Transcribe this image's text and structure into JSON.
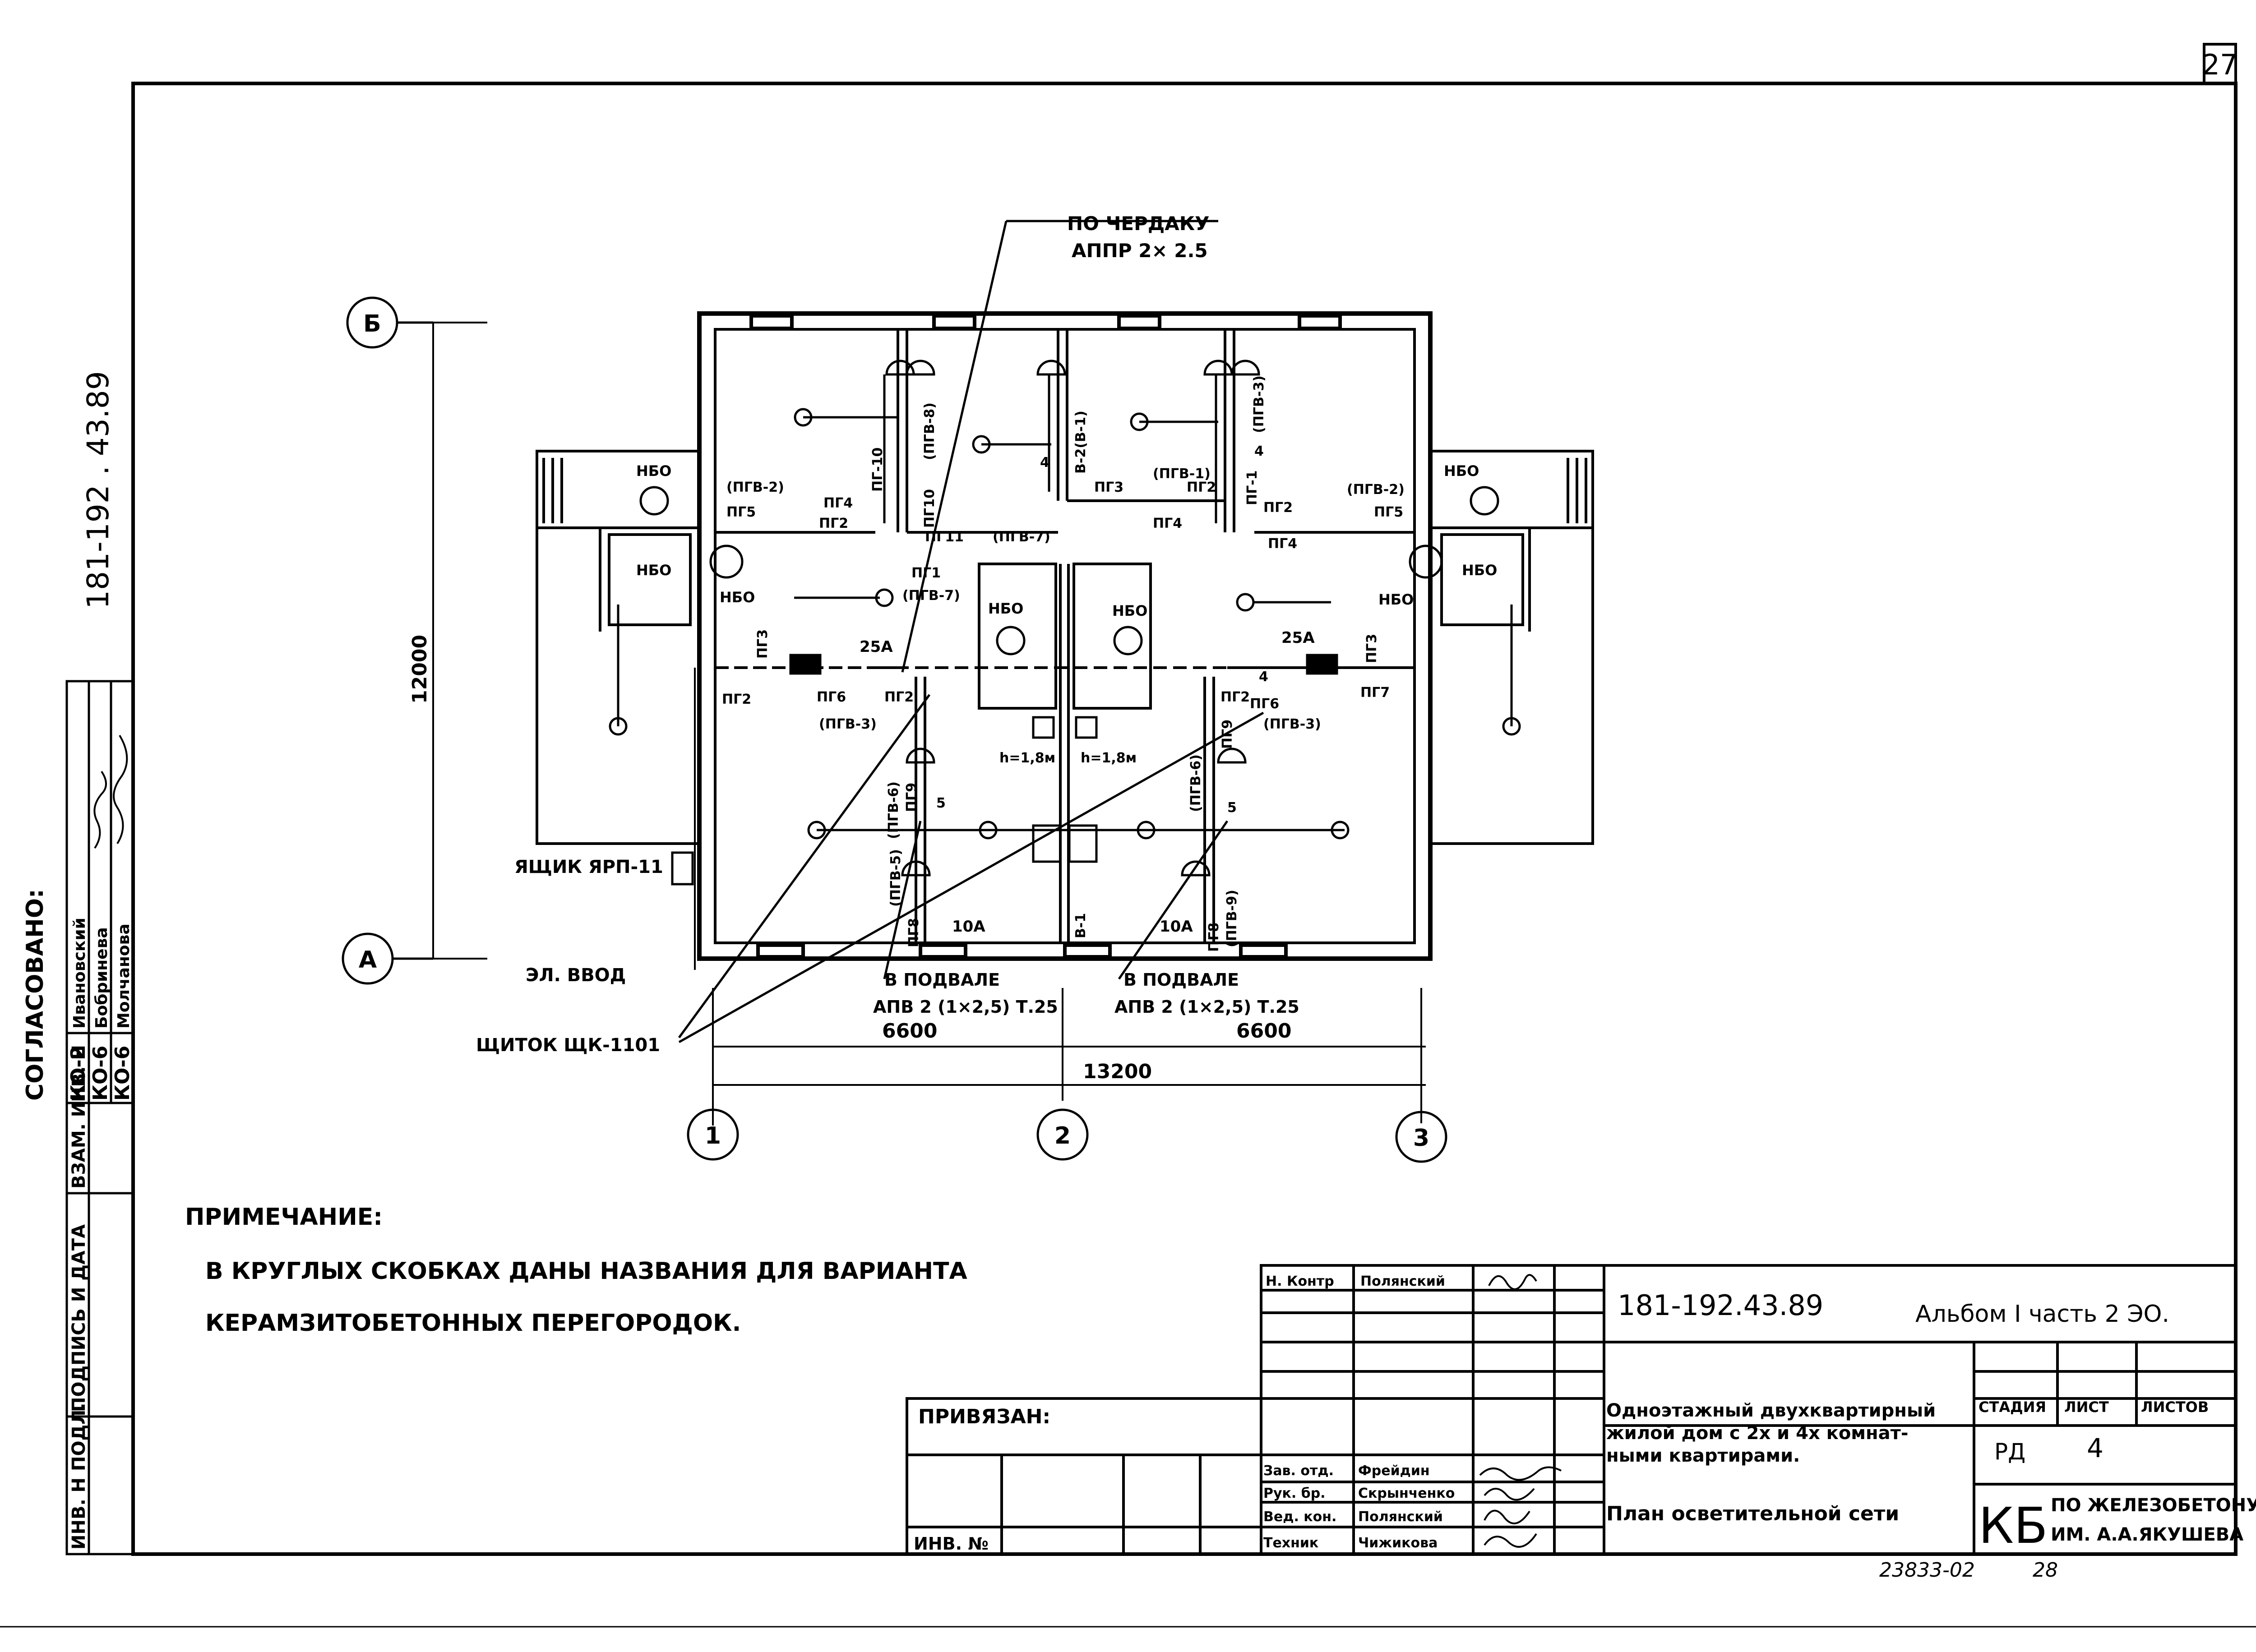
{
  "sheet": {
    "page_number": "27",
    "doc_code_vertical": "181-192 . 43.89",
    "serial": "23833-02",
    "serial_page": "28"
  },
  "plan": {
    "attic_label": "ПО ЧЕРДАКУ",
    "attic_cable": "АППР 2× 2.5",
    "axis_b": "Б",
    "axis_a": "А",
    "axis_1": "1",
    "axis_2": "2",
    "axis_3": "3",
    "dim_height": "12000",
    "dim_left": "6600",
    "dim_right": "6600",
    "dim_total": "13200",
    "box_label": "ЯЩИК ЯРП-11",
    "entry_label": "ЭЛ. ВВОД",
    "panel_label": "ЩИТОК ЩК-1101",
    "basement_left": "В ПОДВАЛЕ",
    "basement_left_cable": "АПВ 2 (1×2,5) Т.25",
    "basement_right": "В ПОДВАЛЕ",
    "basement_right_cable": "АПВ 2 (1×2,5) Т.25",
    "lamp_nbo": "НБО",
    "breaker_25a": "25А",
    "breaker_10a": "10А",
    "h_mark": "h=1,8м",
    "h_mark_right": "h=1,8м",
    "groups": {
      "pg1": "ПГ1",
      "pg1_alt": "(ПГВ-7)",
      "pg2": "ПГ2",
      "pg3": "ПГ3",
      "pg4": "ПГ4",
      "pg5": "ПГ5",
      "pg6": "ПГ6",
      "pg6_alt": "(ПГВ-3)",
      "pg7": "ПГ7",
      "pg8": "ПГ8",
      "pg9": "ПГ9",
      "pg10": "ПГ10",
      "pg10_alt": "(ПГВ-8)",
      "pg11": "ПГ11",
      "pg11_alt": "(ПГВ-7)",
      "pgv1": "(ПГВ-1)",
      "pgv2": "(ПГВ-2)",
      "pgv3": "(ПГВ-3)",
      "pgv5": "(ПГВ-5)",
      "pgv6": "(ПГВ-6)",
      "pgv9": "(ПГВ-9)",
      "v2": "В-2(В-1)",
      "v1": "В-1",
      "pg1_v": "ПГ-1",
      "pg10_v": "ПГ-10",
      "num4": "4",
      "num5": "5"
    }
  },
  "note": {
    "title": "ПРИМЕЧАНИЕ:",
    "line1": "В КРУГЛЫХ СКОБКАХ ДАНЫ НАЗВАНИЯ ДЛЯ ВАРИАНТА",
    "line2": "КЕРАМЗИТОБЕТОННЫХ ПЕРЕГОРОДОК."
  },
  "approval": {
    "title": "СОГЛАСОВАНО:",
    "rows": [
      {
        "code": "КО-2",
        "name": "Ивановский"
      },
      {
        "code": "КО-6",
        "name": "Бобринева"
      },
      {
        "code": "КО-6",
        "name": "Молчанова"
      }
    ]
  },
  "side_stamp": {
    "inv_orig": "ИНВ. Н ПОДЛ.",
    "sign_date": "ПОДПИСЬ И ДАТА",
    "replace_inv": "ВЗАМ. ИНВ. Н"
  },
  "title_block": {
    "privyazan": "ПРИВЯЗАН:",
    "inv_no": "ИНВ. №",
    "doc_code": "181-192.43.89",
    "album": "Альбом I часть 2 ЭО.",
    "object_line1": "Одноэтажный двухквартирный",
    "object_line2": "жилой дом с 2х и 4х комнат-",
    "object_line3": "ными квартирами.",
    "sheet_title": "План осветительной сети",
    "stage_header": "СТАДИЯ",
    "sheet_header": "ЛИСТ",
    "sheets_header": "ЛИСТОВ",
    "stage_value": "РД",
    "sheet_value": "4",
    "org_kb": "КБ",
    "org_line1": "ПО ЖЕЛЕЗОБЕТОНУ",
    "org_line2": "ИМ. А.А.ЯКУШЕВА",
    "signatures": [
      {
        "role": "Н. Контр",
        "name": "Полянский"
      },
      {
        "role": "Зав. отд.",
        "name": "Фрейдин"
      },
      {
        "role": "Рук. бр.",
        "name": "Скрынченко"
      },
      {
        "role": "Вед. кон.",
        "name": "Полянский"
      },
      {
        "role": "Техник",
        "name": "Чижикова"
      }
    ]
  }
}
